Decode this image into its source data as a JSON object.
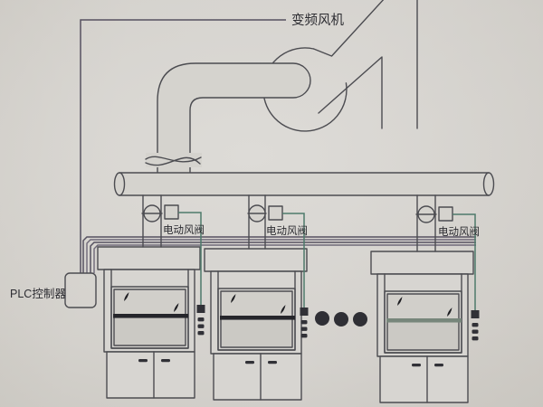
{
  "diagram": {
    "type": "fume-hood-variable-air-volume-control-system",
    "labels": {
      "fan": "变频风机",
      "plc": "PLC控制器",
      "valve": "电动风阀"
    },
    "valves": [
      {
        "label": "电动风阀"
      },
      {
        "label": "电动风阀"
      },
      {
        "label": "电动风阀"
      }
    ],
    "fume_hoods_shown": 3,
    "ellipsis_dots": 3,
    "colors": {
      "background": "#d3d0cb",
      "line": "#4c4c51",
      "text": "#2d2d32",
      "control_bus_wire": "#565160",
      "control_bus_wire_alt": "#6e6878",
      "actuator_wire": "#4e7a6b",
      "dark_fill": "#313137",
      "sash_handle_dark": "#26262b",
      "sash_handle_light": "#77867b"
    }
  }
}
